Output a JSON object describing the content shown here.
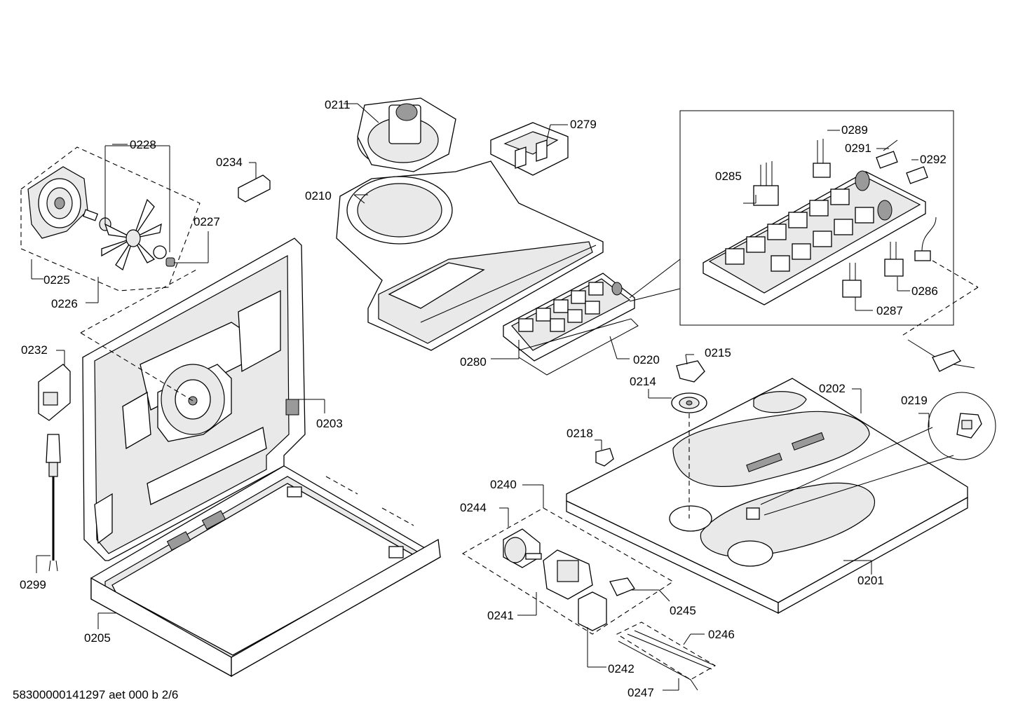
{
  "diagram": {
    "callouts": [
      "0201",
      "0202",
      "0203",
      "0205",
      "0210",
      "0211",
      "0214",
      "0215",
      "0218",
      "0219",
      "0220",
      "0225",
      "0226",
      "0227",
      "0228",
      "0232",
      "0234",
      "0240",
      "0241",
      "0242",
      "0244",
      "0245",
      "0246",
      "0247",
      "0279",
      "0280",
      "0285",
      "0286",
      "0287",
      "0289",
      "0291",
      "0292",
      "0299"
    ],
    "footer": "58300000141297 aet 000 b 2/6"
  }
}
